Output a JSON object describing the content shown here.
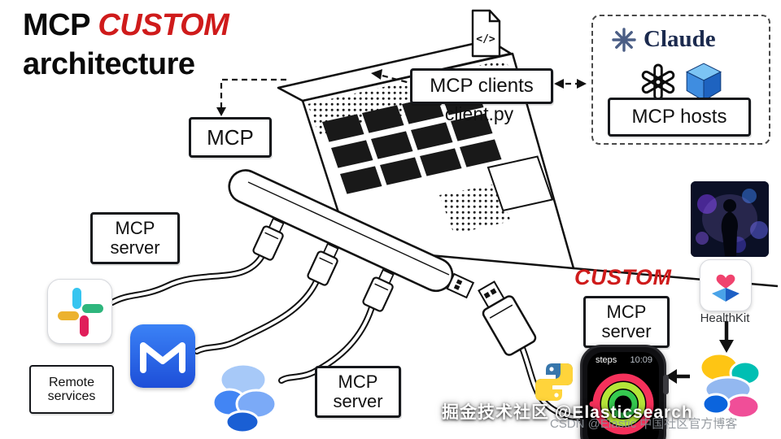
{
  "title": {
    "word1": "MCP",
    "word2": "CUSTOM",
    "line2": "architecture"
  },
  "nodes": {
    "mcp_clients": "MCP clients",
    "client_file": "client.py",
    "mcp": "MCP",
    "mcp_server": {
      "line1": "MCP",
      "line2": "server"
    },
    "mcp_hosts": "MCP hosts",
    "remote": {
      "line1": "Remote",
      "line2": "services"
    },
    "custom": "CUSTOM"
  },
  "brands": {
    "claude": "Claude",
    "healthkit": "HealthKit"
  },
  "watch": {
    "steps": "steps",
    "time": "10:09"
  },
  "icons": {
    "code_glyph": "</>"
  },
  "watermarks": {
    "juejin": "掘金技术社区 @Elasticsearch",
    "csdn": "CSDN @Elastic 中国社区官方博客"
  },
  "colors": {
    "accent_red": "#cf1b1b",
    "claude_mark": "#4b5e85",
    "claude_text": "#1b2a4e",
    "slack_blue": "#36c5f0",
    "slack_green": "#2eb67d",
    "slack_red": "#e01e5a",
    "slack_yellow": "#ecb22e",
    "gmail_blue": "#2a6ae8",
    "elastic_yellow": "#fec514",
    "elastic_teal": "#00bfb3",
    "elastic_pink": "#f04e98",
    "elastic_blue": "#0b64dd",
    "python_blue": "#3776ab",
    "python_yellow": "#ffd43b",
    "ring_outer": "#f5315b",
    "ring_middle": "#b5e539",
    "ring_inner": "#35c94f"
  }
}
